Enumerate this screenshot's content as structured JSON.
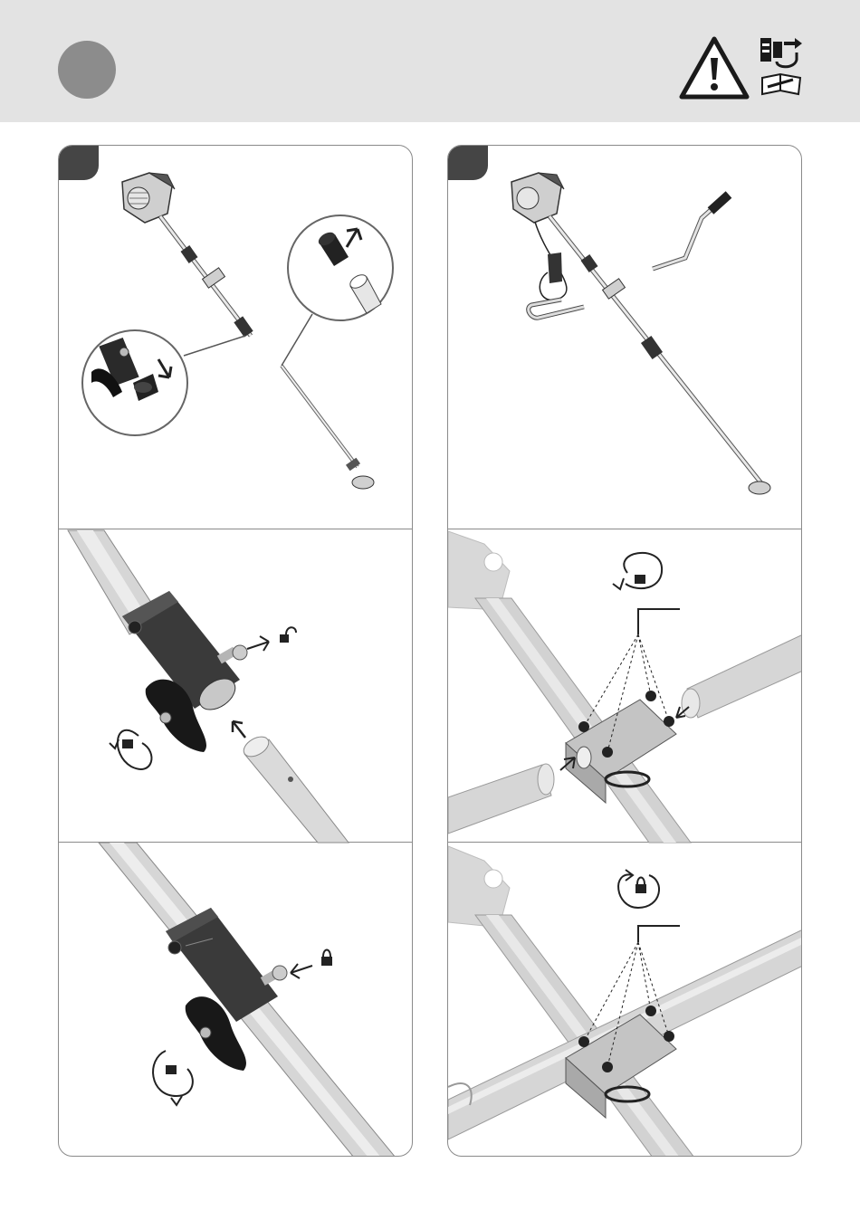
{
  "header": {
    "step_badge": "",
    "warning_icon": "warning-triangle-icon",
    "tools_icon": "tools-manual-icon"
  },
  "colors": {
    "header_bg": "#e3e3e3",
    "badge": "#8c8c8c",
    "tab": "#454545",
    "border": "#8a8a8a"
  },
  "panels": [
    {
      "id": "left",
      "step_number": "",
      "frames": [
        "overview-disassembly",
        "unlock-clamp",
        "lock-clamp"
      ]
    },
    {
      "id": "right",
      "step_number": "",
      "frames": [
        "overview-handle",
        "unlock-handle-clamp",
        "lock-handle-clamp"
      ]
    }
  ]
}
